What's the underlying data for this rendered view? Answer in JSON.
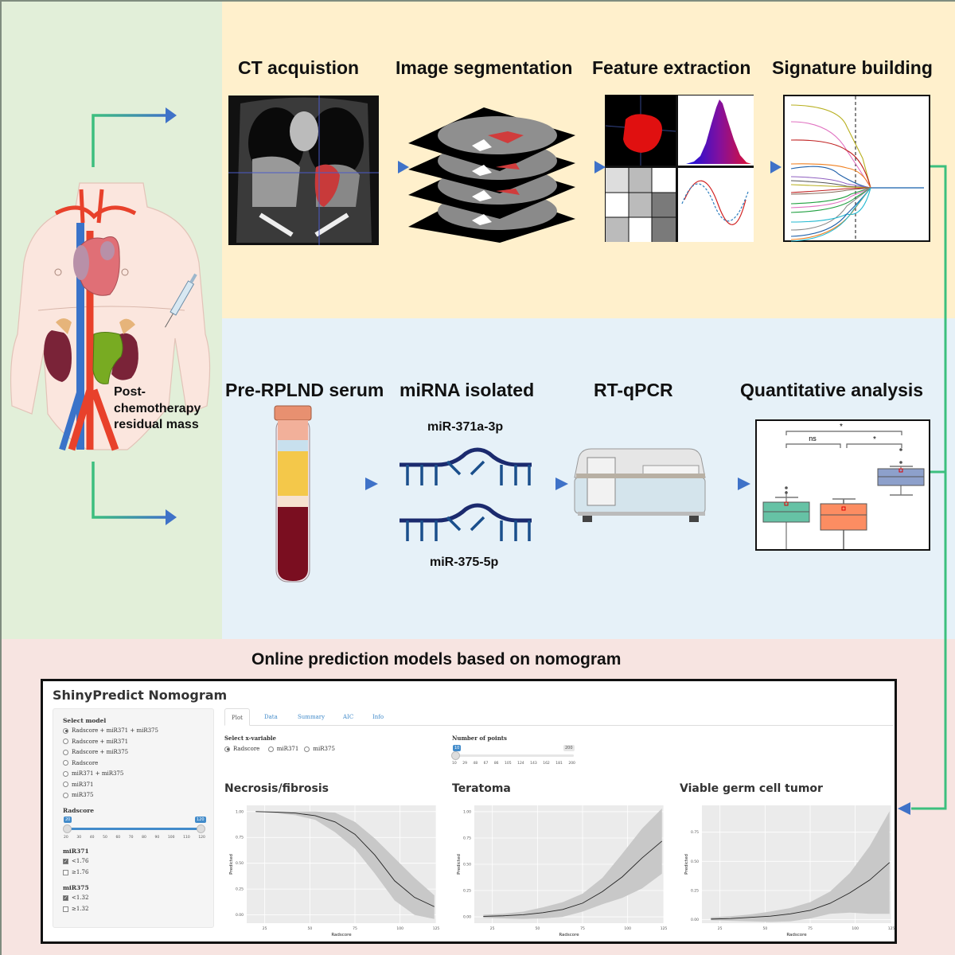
{
  "colors": {
    "panel_green": "#e2efd9",
    "panel_yellow": "#fff0cc",
    "panel_blue": "#e6f1f8",
    "panel_pink": "#f7e4e1",
    "arrow_green": "#3cbf7e",
    "arrow_blue": "#3f72c8",
    "slider_blue": "#428bca"
  },
  "left": {
    "mass_label_1": "Post-",
    "mass_label_2": "chemotherapy",
    "mass_label_3": "residual mass"
  },
  "radiomics": {
    "steps": [
      "CT acquistion",
      "Image segmentation",
      "Feature extraction",
      "Signature building"
    ]
  },
  "mirna": {
    "steps": [
      "Pre-RPLND serum",
      "miRNA isolated",
      "RT-qPCR",
      "Quantitative analysis"
    ],
    "mirna_1": "miR-371a-3p",
    "mirna_2": "miR-375-5p",
    "boxplot": {
      "sig_top": "*",
      "sig_left": "ns",
      "sig_right": "*",
      "box_colors": [
        "#66c2a5",
        "#fc8d62",
        "#8da0cb"
      ]
    }
  },
  "nomogram": {
    "section_title": "Online prediction models based on nomogram",
    "app_title": "ShinyPredict Nomogram",
    "sidebar": {
      "select_model_label": "Select model",
      "models": [
        {
          "label": "Radscore + miR371 + miR375",
          "selected": true
        },
        {
          "label": "Radscore + miR371",
          "selected": false
        },
        {
          "label": "Radscore + miR375",
          "selected": false
        },
        {
          "label": "Radscore",
          "selected": false
        },
        {
          "label": "miR371 + miR375",
          "selected": false
        },
        {
          "label": "miR371",
          "selected": false
        },
        {
          "label": "miR375",
          "selected": false
        }
      ],
      "radscore_label": "Radscore",
      "radscore_min": "20",
      "radscore_max": "120",
      "radscore_ticks": [
        "20",
        "30",
        "40",
        "50",
        "60",
        "70",
        "80",
        "90",
        "100",
        "110",
        "120"
      ],
      "mir371_label": "miR371",
      "mir371_options": [
        {
          "label": "<1.76",
          "checked": true
        },
        {
          "label": "≥1.76",
          "checked": false
        }
      ],
      "mir375_label": "miR375",
      "mir375_options": [
        {
          "label": "<1.32",
          "checked": true
        },
        {
          "label": "≥1.32",
          "checked": false
        }
      ]
    },
    "tabs": [
      "Plot",
      "Data",
      "Summary",
      "AIC",
      "Info"
    ],
    "active_tab": "Plot",
    "xvar_label": "Select x-variable",
    "xvar_options": [
      {
        "label": "Radscore",
        "selected": true
      },
      {
        "label": "miR371",
        "selected": false
      },
      {
        "label": "miR375",
        "selected": false
      }
    ],
    "npoints_label": "Number of points",
    "npoints_value": "10",
    "npoints_max": "200",
    "npoints_ticks": [
      "10",
      "29",
      "48",
      "67",
      "86",
      "105",
      "124",
      "143",
      "162",
      "181",
      "200"
    ]
  },
  "chart_data": [
    {
      "type": "line",
      "title": "Necrosis/fibrosis",
      "xlabel": "Radscore",
      "ylabel": "Predicted",
      "xlim": [
        15,
        120
      ],
      "ylim": [
        -0.08,
        1.06
      ],
      "xticks": [
        25,
        50,
        75,
        100,
        125
      ],
      "xtick_labels": [
        "25",
        "50",
        "75",
        "100",
        "125"
      ],
      "yticks": [
        0,
        0.25,
        0.5,
        0.75,
        1.0
      ],
      "ytick_labels": [
        "0.00",
        "0.25",
        "0.50",
        "0.75",
        "1.00"
      ],
      "x": [
        20,
        31,
        42,
        53,
        64,
        75,
        86,
        97,
        108,
        119
      ],
      "y": [
        1.0,
        0.995,
        0.985,
        0.96,
        0.9,
        0.78,
        0.58,
        0.33,
        0.17,
        0.08
      ],
      "lower": [
        1.0,
        0.985,
        0.965,
        0.92,
        0.8,
        0.64,
        0.4,
        0.14,
        0.0,
        -0.04
      ],
      "upper": [
        1.0,
        1.0,
        1.0,
        1.0,
        0.99,
        0.9,
        0.74,
        0.55,
        0.36,
        0.19
      ],
      "grid": true
    },
    {
      "type": "line",
      "title": "Teratoma",
      "xlabel": "Radscore",
      "ylabel": "Predicted",
      "xlim": [
        15,
        120
      ],
      "ylim": [
        -0.06,
        1.06
      ],
      "xticks": [
        25,
        50,
        75,
        100,
        125
      ],
      "xtick_labels": [
        "25",
        "50",
        "75",
        "100",
        "125"
      ],
      "yticks": [
        0,
        0.25,
        0.5,
        0.75,
        1.0
      ],
      "ytick_labels": [
        "0.00",
        "0.25",
        "0.50",
        "0.75",
        "1.00"
      ],
      "x": [
        20,
        31,
        42,
        53,
        64,
        75,
        86,
        97,
        108,
        119
      ],
      "y": [
        0.005,
        0.01,
        0.02,
        0.04,
        0.07,
        0.13,
        0.24,
        0.38,
        0.56,
        0.72
      ],
      "lower": [
        -0.01,
        -0.015,
        -0.02,
        -0.015,
        0.0,
        0.05,
        0.12,
        0.18,
        0.27,
        0.41
      ],
      "upper": [
        0.02,
        0.03,
        0.05,
        0.09,
        0.14,
        0.22,
        0.37,
        0.6,
        0.84,
        1.03
      ],
      "grid": true
    },
    {
      "type": "line",
      "title": "Viable germ cell tumor",
      "xlabel": "Radscore",
      "ylabel": "Predicted",
      "xlim": [
        15,
        120
      ],
      "ylim": [
        -0.03,
        0.98
      ],
      "xticks": [
        25,
        50,
        75,
        100,
        125
      ],
      "xtick_labels": [
        "25",
        "50",
        "75",
        "100",
        "125"
      ],
      "yticks": [
        0,
        0.25,
        0.5,
        0.75
      ],
      "ytick_labels": [
        "0.00",
        "0.25",
        "0.50",
        "0.75"
      ],
      "x": [
        20,
        31,
        42,
        53,
        64,
        75,
        86,
        97,
        108,
        119
      ],
      "y": [
        0.005,
        0.01,
        0.02,
        0.03,
        0.05,
        0.08,
        0.14,
        0.23,
        0.34,
        0.49
      ],
      "lower": [
        -0.005,
        -0.01,
        -0.015,
        -0.02,
        -0.015,
        0.01,
        0.05,
        0.06,
        0.05,
        0.05
      ],
      "upper": [
        0.02,
        0.03,
        0.045,
        0.07,
        0.1,
        0.15,
        0.24,
        0.4,
        0.63,
        0.93
      ],
      "grid": true
    }
  ]
}
